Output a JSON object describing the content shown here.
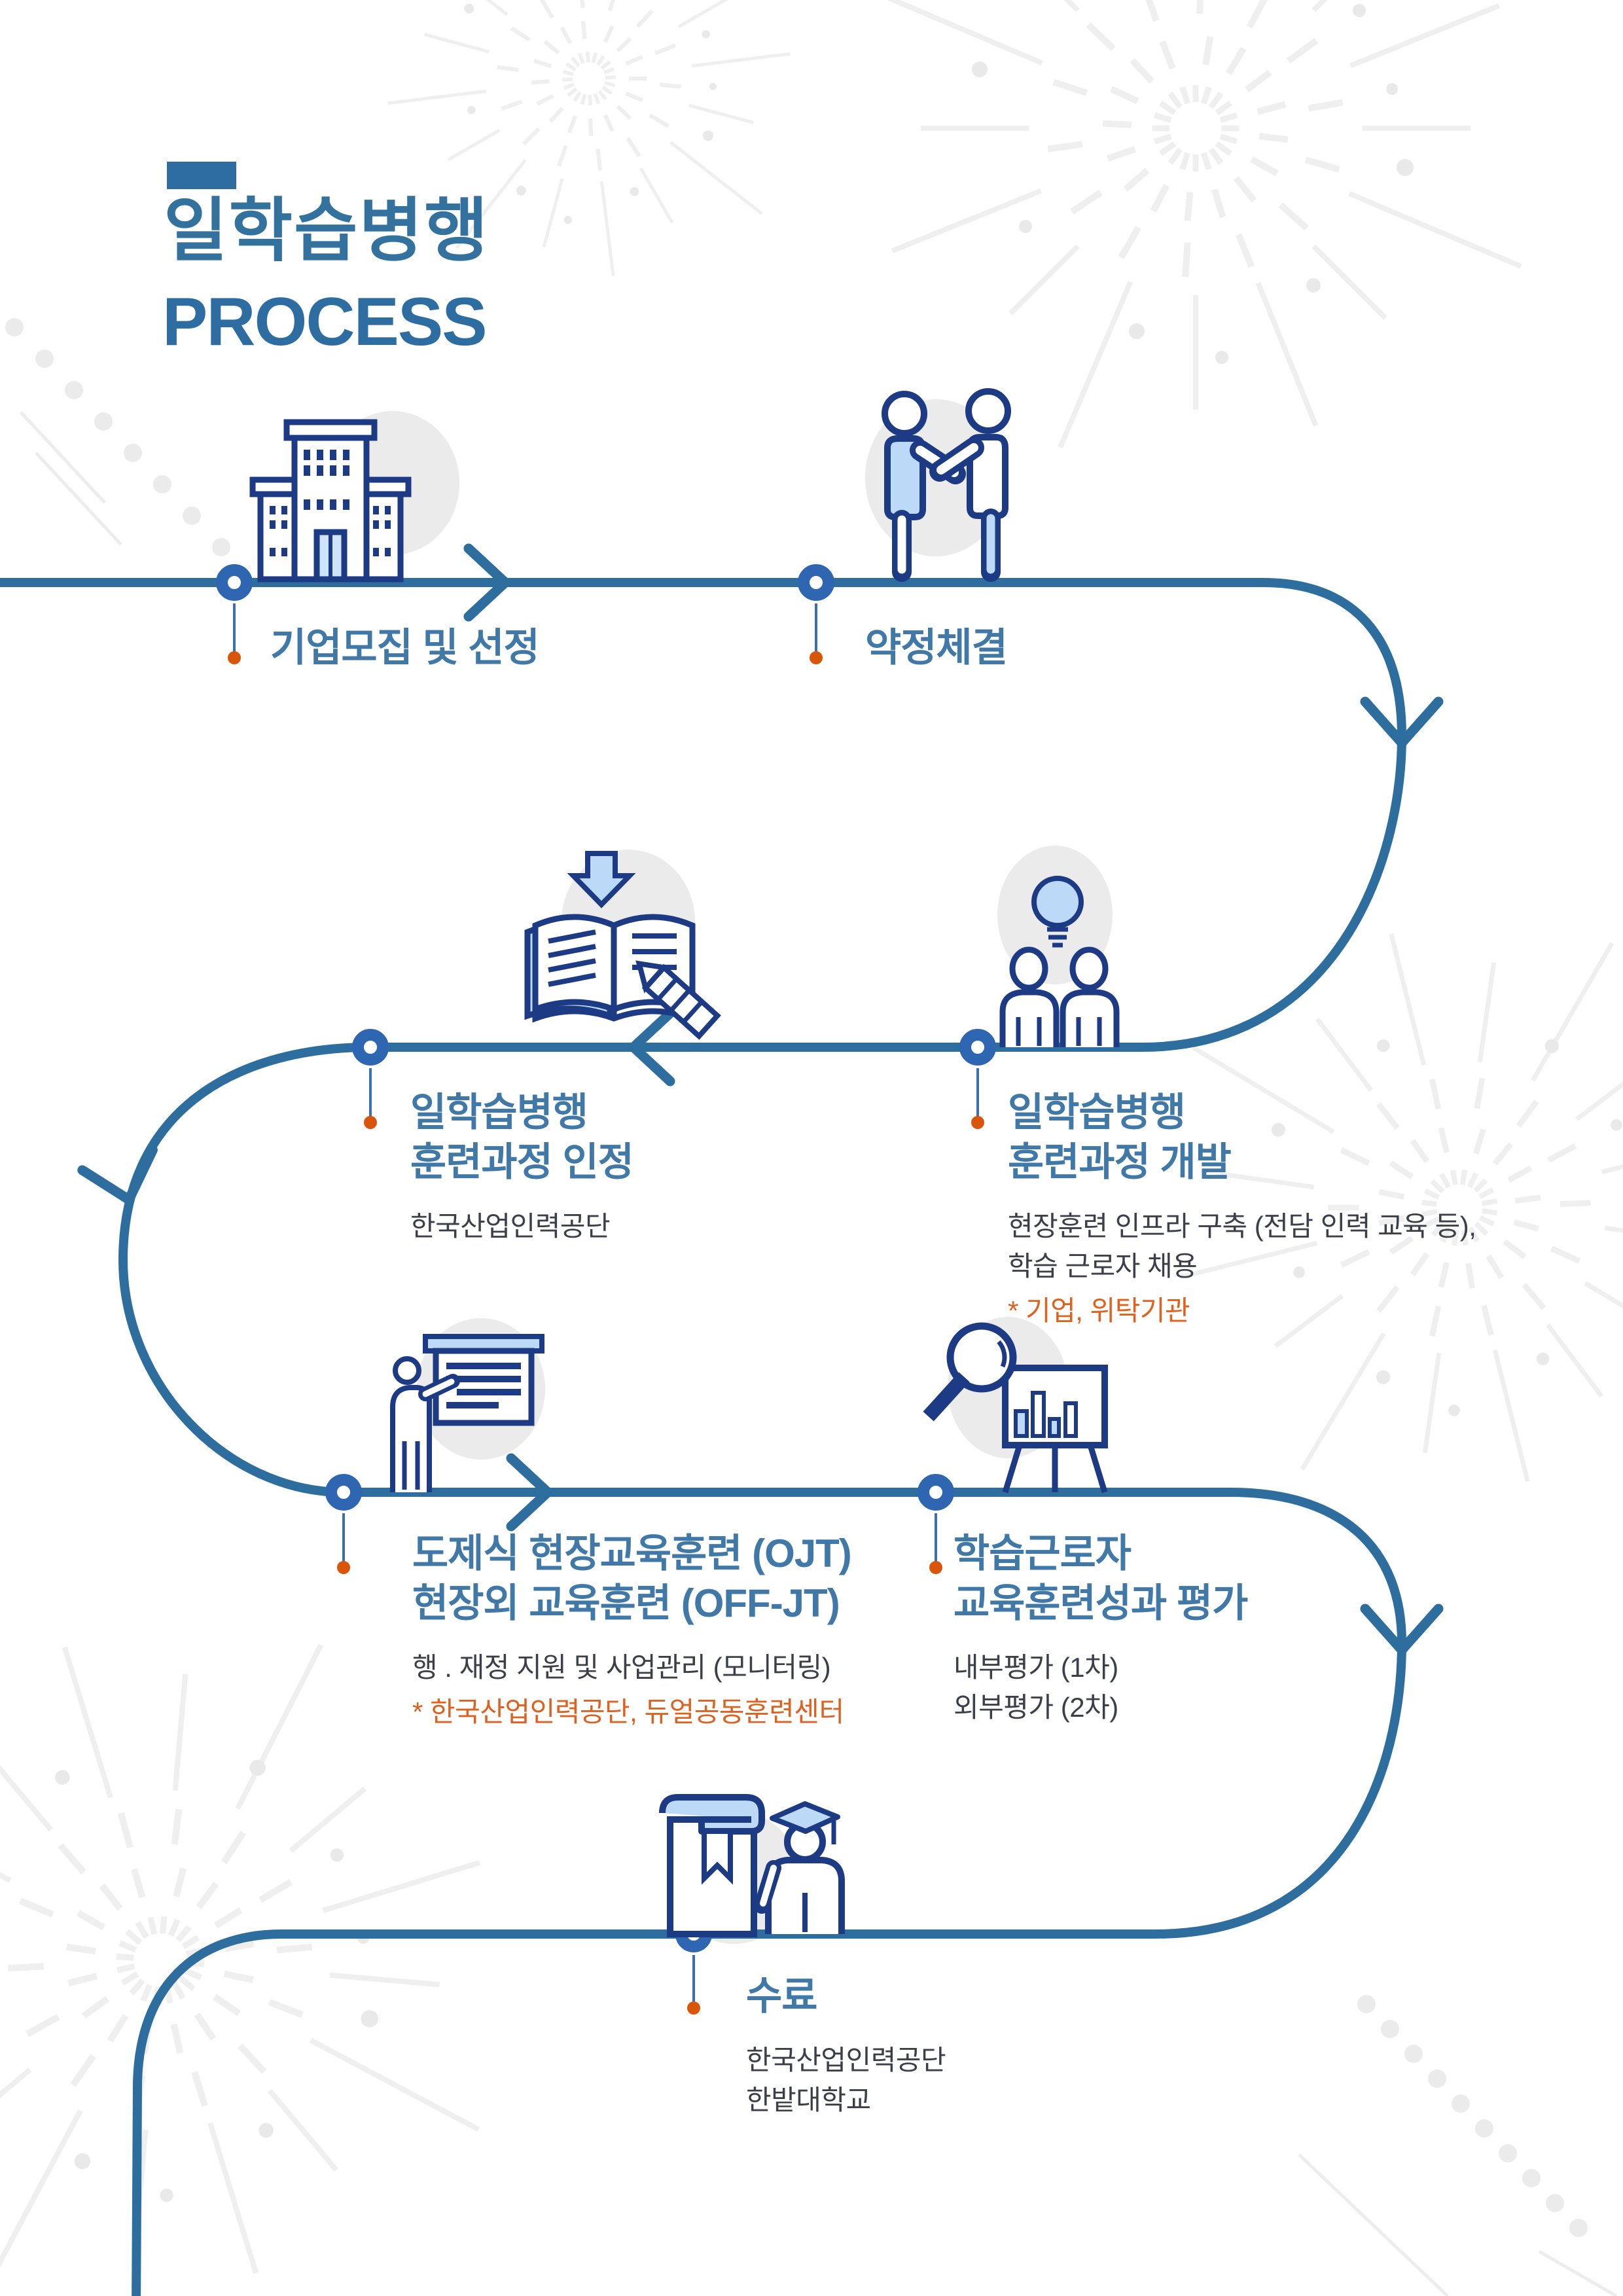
{
  "header": {
    "title_kr": "일학습병행",
    "title_en": "PROCESS"
  },
  "steps": [
    {
      "label": "기업모집 및 선정",
      "desc": "",
      "note": "",
      "icon": "building-icon"
    },
    {
      "label": "약정체결",
      "desc": "",
      "note": "",
      "icon": "handshake-icon"
    },
    {
      "label": "일학습병행\n훈련과정 개발",
      "desc": "현장훈련 인프라 구축 (전담 인력 교육 등),\n학습 근로자 채용",
      "note": "* 기업, 위탁기관",
      "icon": "people-idea-icon"
    },
    {
      "label": "일학습병행\n훈련과정 인정",
      "desc": "한국산업인력공단",
      "note": "",
      "icon": "book-approval-icon"
    },
    {
      "label": "도제식 현장교육훈련 (OJT)\n현장외 교육훈련 (OFF-JT)",
      "desc": "행 . 재정 지원 및 사업관리 (모니터링)",
      "note": "* 한국산업인력공단, 듀얼공동훈련센터",
      "icon": "presenter-board-icon"
    },
    {
      "label": "학습근로자\n교육훈련성과 평가",
      "desc": "내부평가 (1차)\n외부평가 (2차)",
      "note": "",
      "icon": "magnifier-chart-icon"
    },
    {
      "label": "수료",
      "desc": "한국산업인력공단\n한밭대학교",
      "note": "",
      "icon": "graduation-icon"
    }
  ],
  "colors": {
    "path_blue": "#2e6e9f",
    "node_blue": "#2f66b1",
    "title_blue": "#2e6da2",
    "step_title_blue": "#4078a7",
    "desc_dark": "#3c3e49",
    "orange": "#e0611e",
    "orange_dot": "#d9550a",
    "icon_navy": "#1d3a85",
    "icon_lightblue": "#bcd9f8",
    "bg_gray": "#ebebeb",
    "burst_gray": "#efefef"
  }
}
